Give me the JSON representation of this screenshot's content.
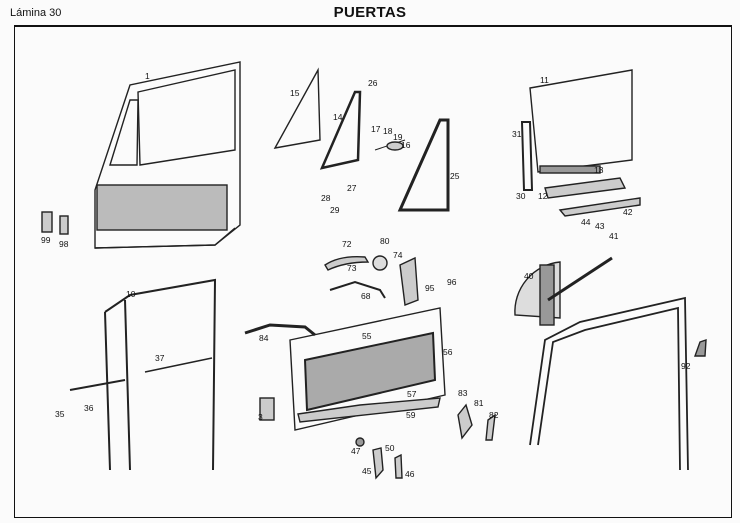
{
  "header": {
    "sheet": "Lámina 30",
    "title": "PUERTAS"
  },
  "labels": [
    "1",
    "99",
    "98",
    "15",
    "14",
    "26",
    "17",
    "18",
    "19",
    "16",
    "27",
    "28",
    "29",
    "25",
    "11",
    "31",
    "13",
    "30",
    "12",
    "42",
    "44",
    "43",
    "41",
    "40",
    "10",
    "37",
    "35",
    "36",
    "72",
    "80",
    "74",
    "73",
    "96",
    "95",
    "68",
    "84",
    "55",
    "56",
    "57",
    "59",
    "3",
    "83",
    "81",
    "82",
    "47",
    "50",
    "45",
    "46",
    "92"
  ]
}
